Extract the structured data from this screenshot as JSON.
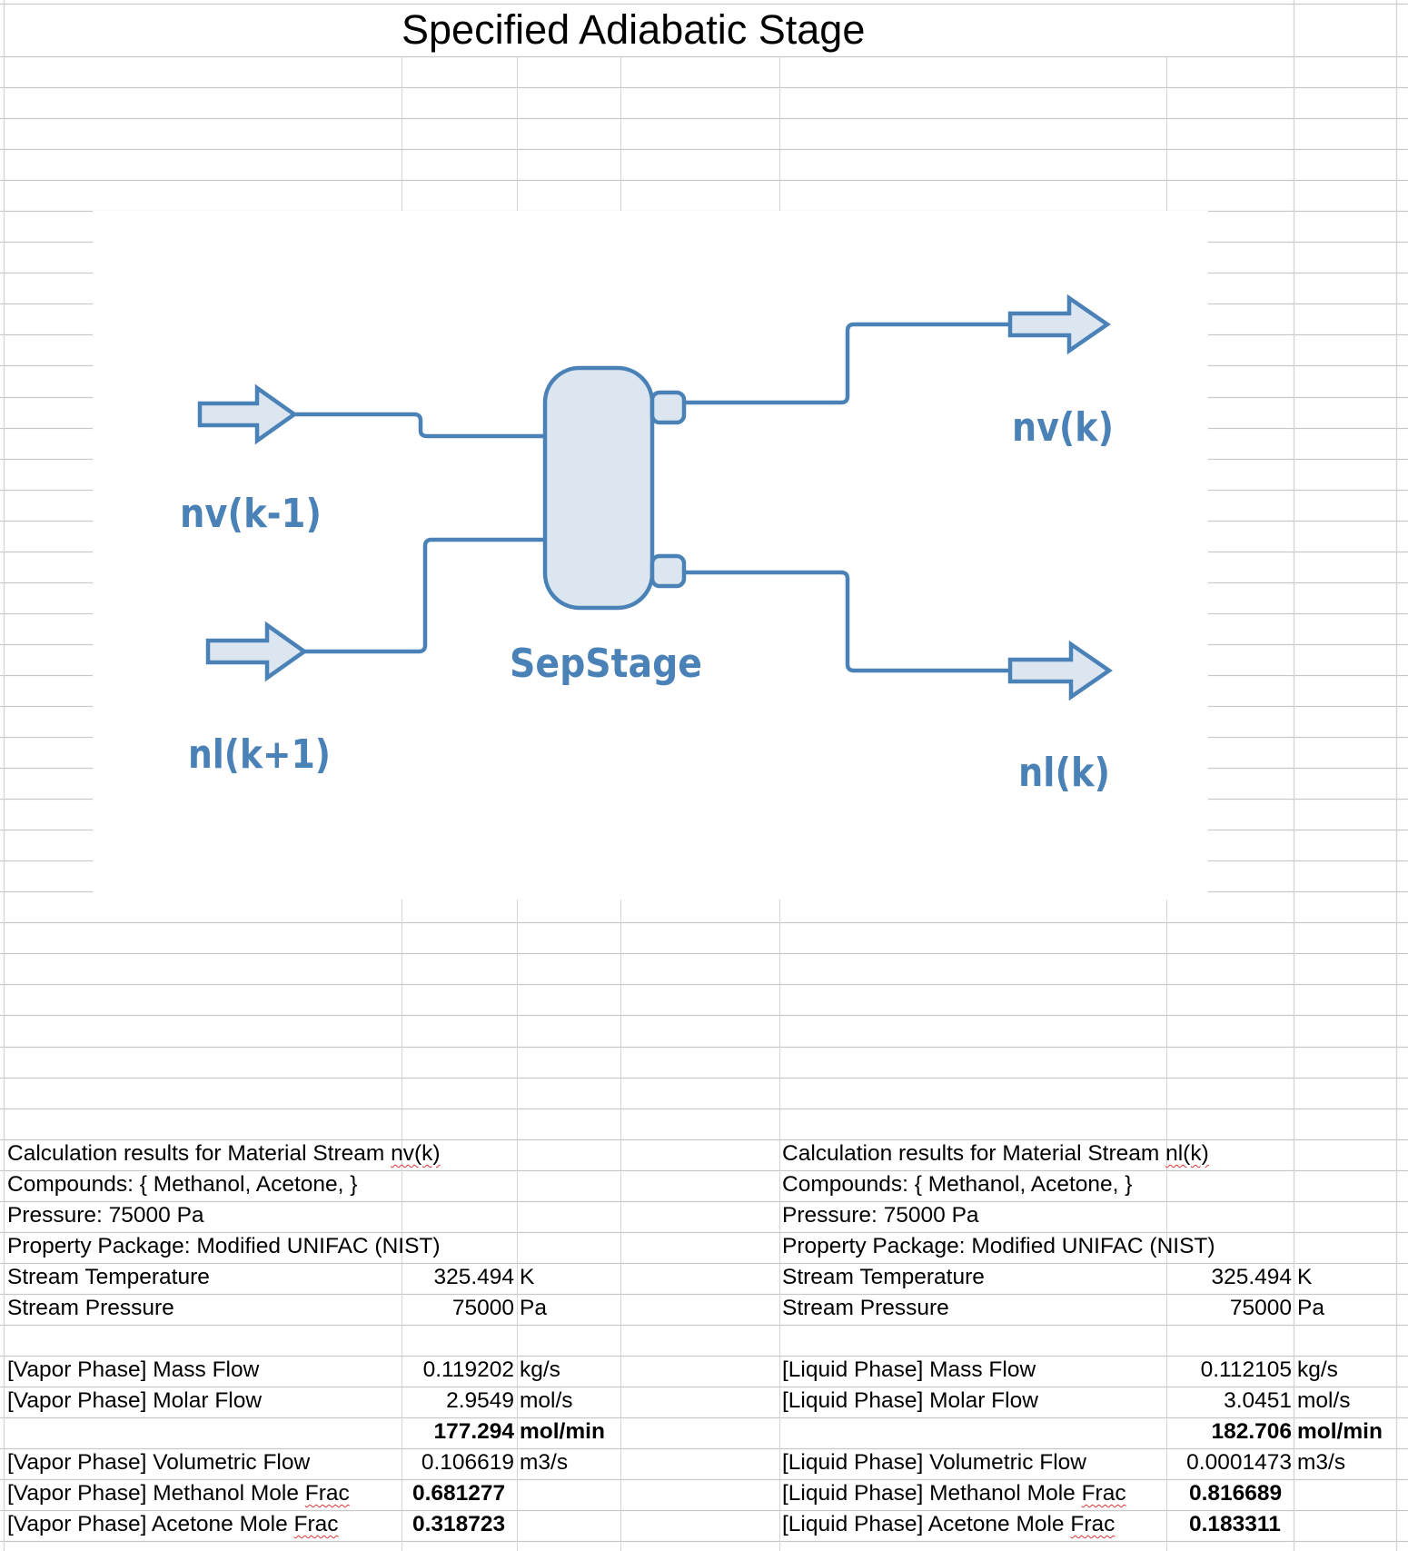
{
  "sheet": {
    "title": "Specified Adiabatic Stage"
  },
  "diagram": {
    "colors": {
      "stroke": "#4a82b7",
      "fill": "#dce6f1",
      "label": "#4a82b7"
    },
    "unit_label": "SepStage",
    "inlets": [
      {
        "label": "nv(k-1)",
        "icon": "arrow-right-icon"
      },
      {
        "label": "nl(k+1)",
        "icon": "arrow-right-icon"
      }
    ],
    "outlets": [
      {
        "label": "nv(k)",
        "icon": "arrow-right-icon"
      },
      {
        "label": "nl(k)",
        "icon": "arrow-right-icon"
      }
    ]
  },
  "results": {
    "vapor": {
      "header_prefix": "Calculation results for Material Stream ",
      "stream": "nv(k)",
      "compounds": "Compounds: { Methanol, Acetone, }",
      "pressure": "Pressure: 75000 Pa",
      "package": "Property Package: Modified UNIFAC (NIST)",
      "rows": [
        {
          "label": "Stream Temperature",
          "value": "325.494",
          "unit": "K"
        },
        {
          "label": "Stream Pressure",
          "value": "75000",
          "unit": "Pa"
        }
      ],
      "phase_rows": [
        {
          "label": "[Vapor Phase] Mass Flow",
          "value": "0.119202",
          "unit": "kg/s",
          "bold": false
        },
        {
          "label": "[Vapor Phase] Molar Flow",
          "value": "2.9549",
          "unit": "mol/s",
          "bold": false
        },
        {
          "label": "",
          "value": "177.294",
          "unit": "mol/min",
          "bold": true
        },
        {
          "label": "[Vapor Phase] Volumetric Flow",
          "value": "0.106619",
          "unit": "m3/s",
          "bold": false
        },
        {
          "label_prefix": "[Vapor Phase] Methanol Mole ",
          "label_flag": "Frac",
          "value": "0.681277",
          "unit": "",
          "bold": true
        },
        {
          "label_prefix": "[Vapor Phase] Acetone Mole ",
          "label_flag": "Frac",
          "value": "0.318723",
          "unit": "",
          "bold": true
        }
      ]
    },
    "liquid": {
      "header_prefix": "Calculation results for Material Stream ",
      "stream": "nl(k)",
      "compounds": "Compounds: { Methanol, Acetone, }",
      "pressure": "Pressure: 75000 Pa",
      "package": "Property Package: Modified UNIFAC (NIST)",
      "rows": [
        {
          "label": "Stream Temperature",
          "value": "325.494",
          "unit": "K"
        },
        {
          "label": "Stream Pressure",
          "value": "75000",
          "unit": "Pa"
        }
      ],
      "phase_rows": [
        {
          "label": "[Liquid Phase] Mass Flow",
          "value": "0.112105",
          "unit": "kg/s",
          "bold": false
        },
        {
          "label": "[Liquid Phase] Molar Flow",
          "value": "3.0451",
          "unit": "mol/s",
          "bold": false
        },
        {
          "label": "",
          "value": "182.706",
          "unit": "mol/min",
          "bold": true
        },
        {
          "label": "[Liquid Phase] Volumetric Flow",
          "value": "0.0001473",
          "unit": "m3/s",
          "bold": false
        },
        {
          "label_prefix": "[Liquid Phase] Methanol Mole ",
          "label_flag": "Frac",
          "value": "0.816689",
          "unit": "",
          "bold": true
        },
        {
          "label_prefix": "[Liquid Phase] Acetone Mole ",
          "label_flag": "Frac",
          "value": "0.183311",
          "unit": "",
          "bold": true
        }
      ]
    }
  }
}
